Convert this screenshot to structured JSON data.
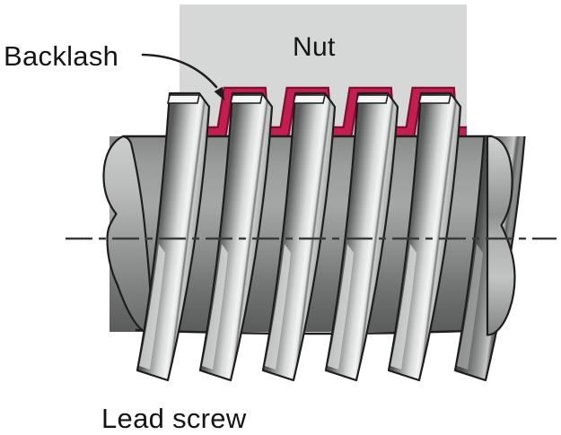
{
  "diagram": {
    "labels": {
      "backlash": "Backlash",
      "nut": "Nut",
      "lead_screw": "Lead screw"
    },
    "colors": {
      "background": "#ffffff",
      "nut": "#d6d8d7",
      "backlash_highlight": "#c41e4e",
      "backlash_highlight_edge": "#7e0f33",
      "outline": "#1d1d1d",
      "centerline": "#3a3a3a",
      "label_text": "#151515"
    }
  }
}
